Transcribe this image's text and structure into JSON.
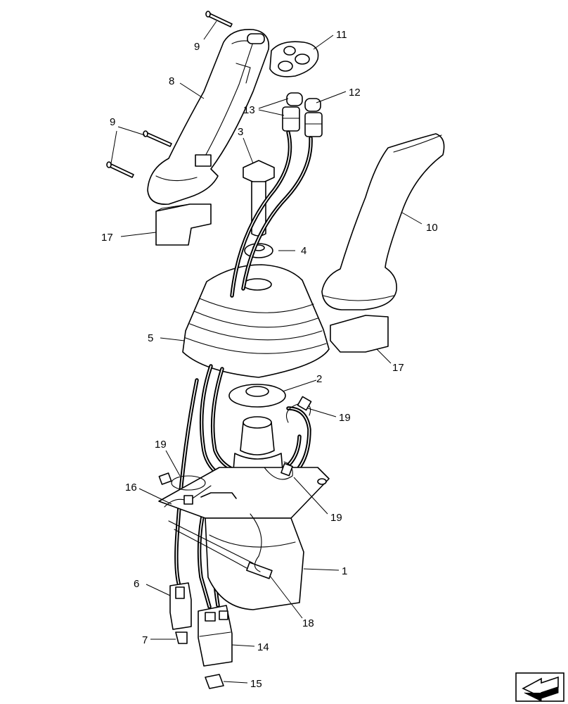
{
  "callouts": {
    "c1": "1",
    "c2": "2",
    "c3": "3",
    "c4": "4",
    "c5": "5",
    "c6": "6",
    "c7": "7",
    "c8": "8",
    "c9a": "9",
    "c9b": "9",
    "c10": "10",
    "c11": "11",
    "c12": "12",
    "c13": "13",
    "c14": "14",
    "c15": "15",
    "c16": "16",
    "c17a": "17",
    "c17b": "17",
    "c18": "18",
    "c19a": "19",
    "c19b": "19",
    "c19c": "19"
  },
  "icons": {
    "nav": "next-page-arrow-icon"
  }
}
